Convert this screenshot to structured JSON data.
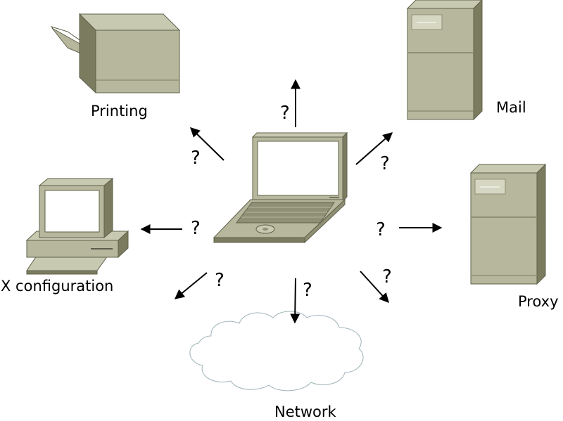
{
  "colors": {
    "device_light": "#c8c9b1",
    "device_mid": "#b6b79c",
    "device_dark": "#7b7c5f",
    "device_edge": "#5f604a",
    "screen": "#ffffff",
    "cloud_fill": "#ffffff",
    "cloud_stroke": "#9fb3b8",
    "arrow": "#000000"
  },
  "icons": {
    "center": "laptop-icon",
    "printing": "printer-icon",
    "mail": "mail-server-icon",
    "proxy": "proxy-server-icon",
    "x_configuration": "desktop-computer-icon",
    "network": "cloud-icon"
  },
  "labels": {
    "printing": "Printing",
    "mail": "Mail",
    "proxy": "Proxy",
    "x_configuration": "X configuration",
    "network": "Network"
  },
  "question_mark": "?"
}
